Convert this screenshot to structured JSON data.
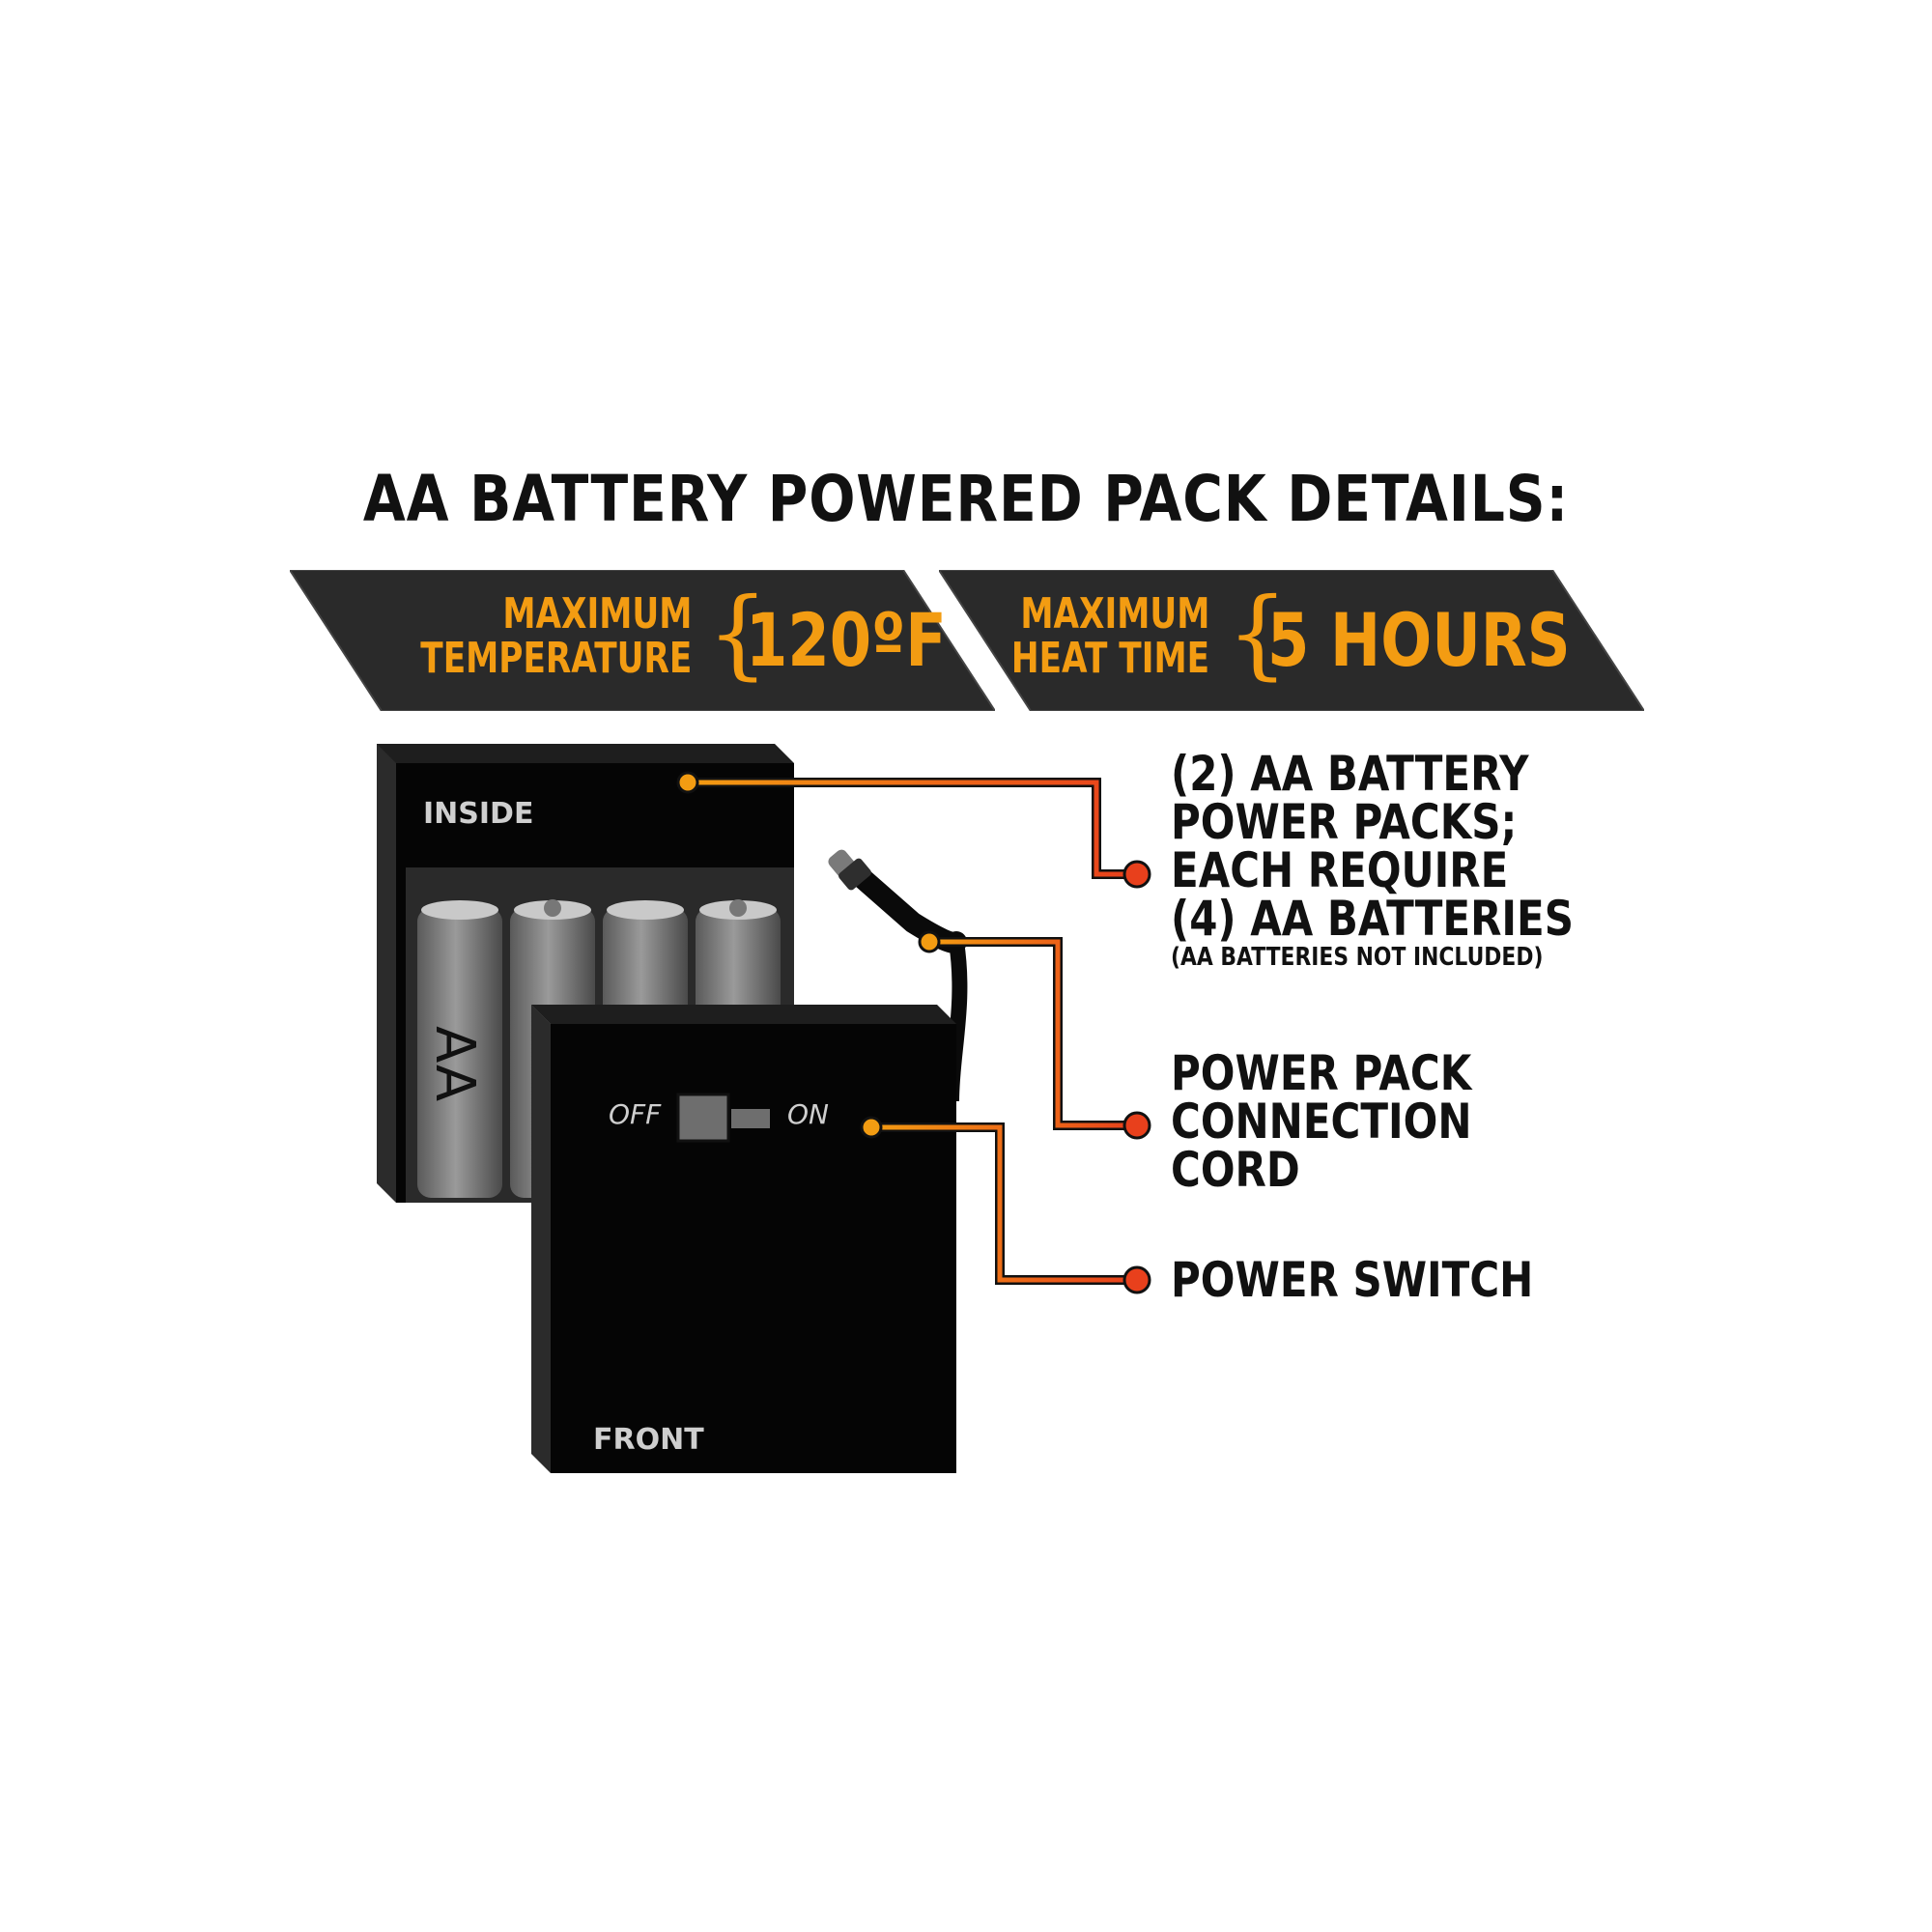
{
  "title": "AA BATTERY POWERED PACK DETAILS:",
  "banners": [
    {
      "label_line1": "MAXIMUM",
      "label_line2": "TEMPERATURE",
      "brace": "{",
      "value": "120ºF"
    },
    {
      "label_line1": "MAXIMUM",
      "label_line2": "HEAT TIME",
      "brace": "{",
      "value": "5 HOURS"
    }
  ],
  "device": {
    "inside_label": "INSIDE",
    "front_label": "FRONT",
    "battery_label": "AA",
    "switch_off": "OFF",
    "switch_on": "ON"
  },
  "callouts": {
    "packs": {
      "lines": [
        "(2) AA BATTERY",
        "POWER PACKS;",
        "EACH REQUIRE",
        "(4) AA BATTERIES"
      ],
      "note": "(AA BATTERIES NOT INCLUDED)"
    },
    "cord": {
      "lines": [
        "POWER PACK",
        "CONNECTION",
        "CORD"
      ]
    },
    "switch": {
      "lines": [
        "POWER SWITCH"
      ]
    }
  },
  "colors": {
    "accent_orange": "#f39c12",
    "leader_red": "#e8401c",
    "banner_bg": "#2a2a2a",
    "device_black": "#0a0a0a",
    "battery_gray": "#8a8a8a"
  }
}
